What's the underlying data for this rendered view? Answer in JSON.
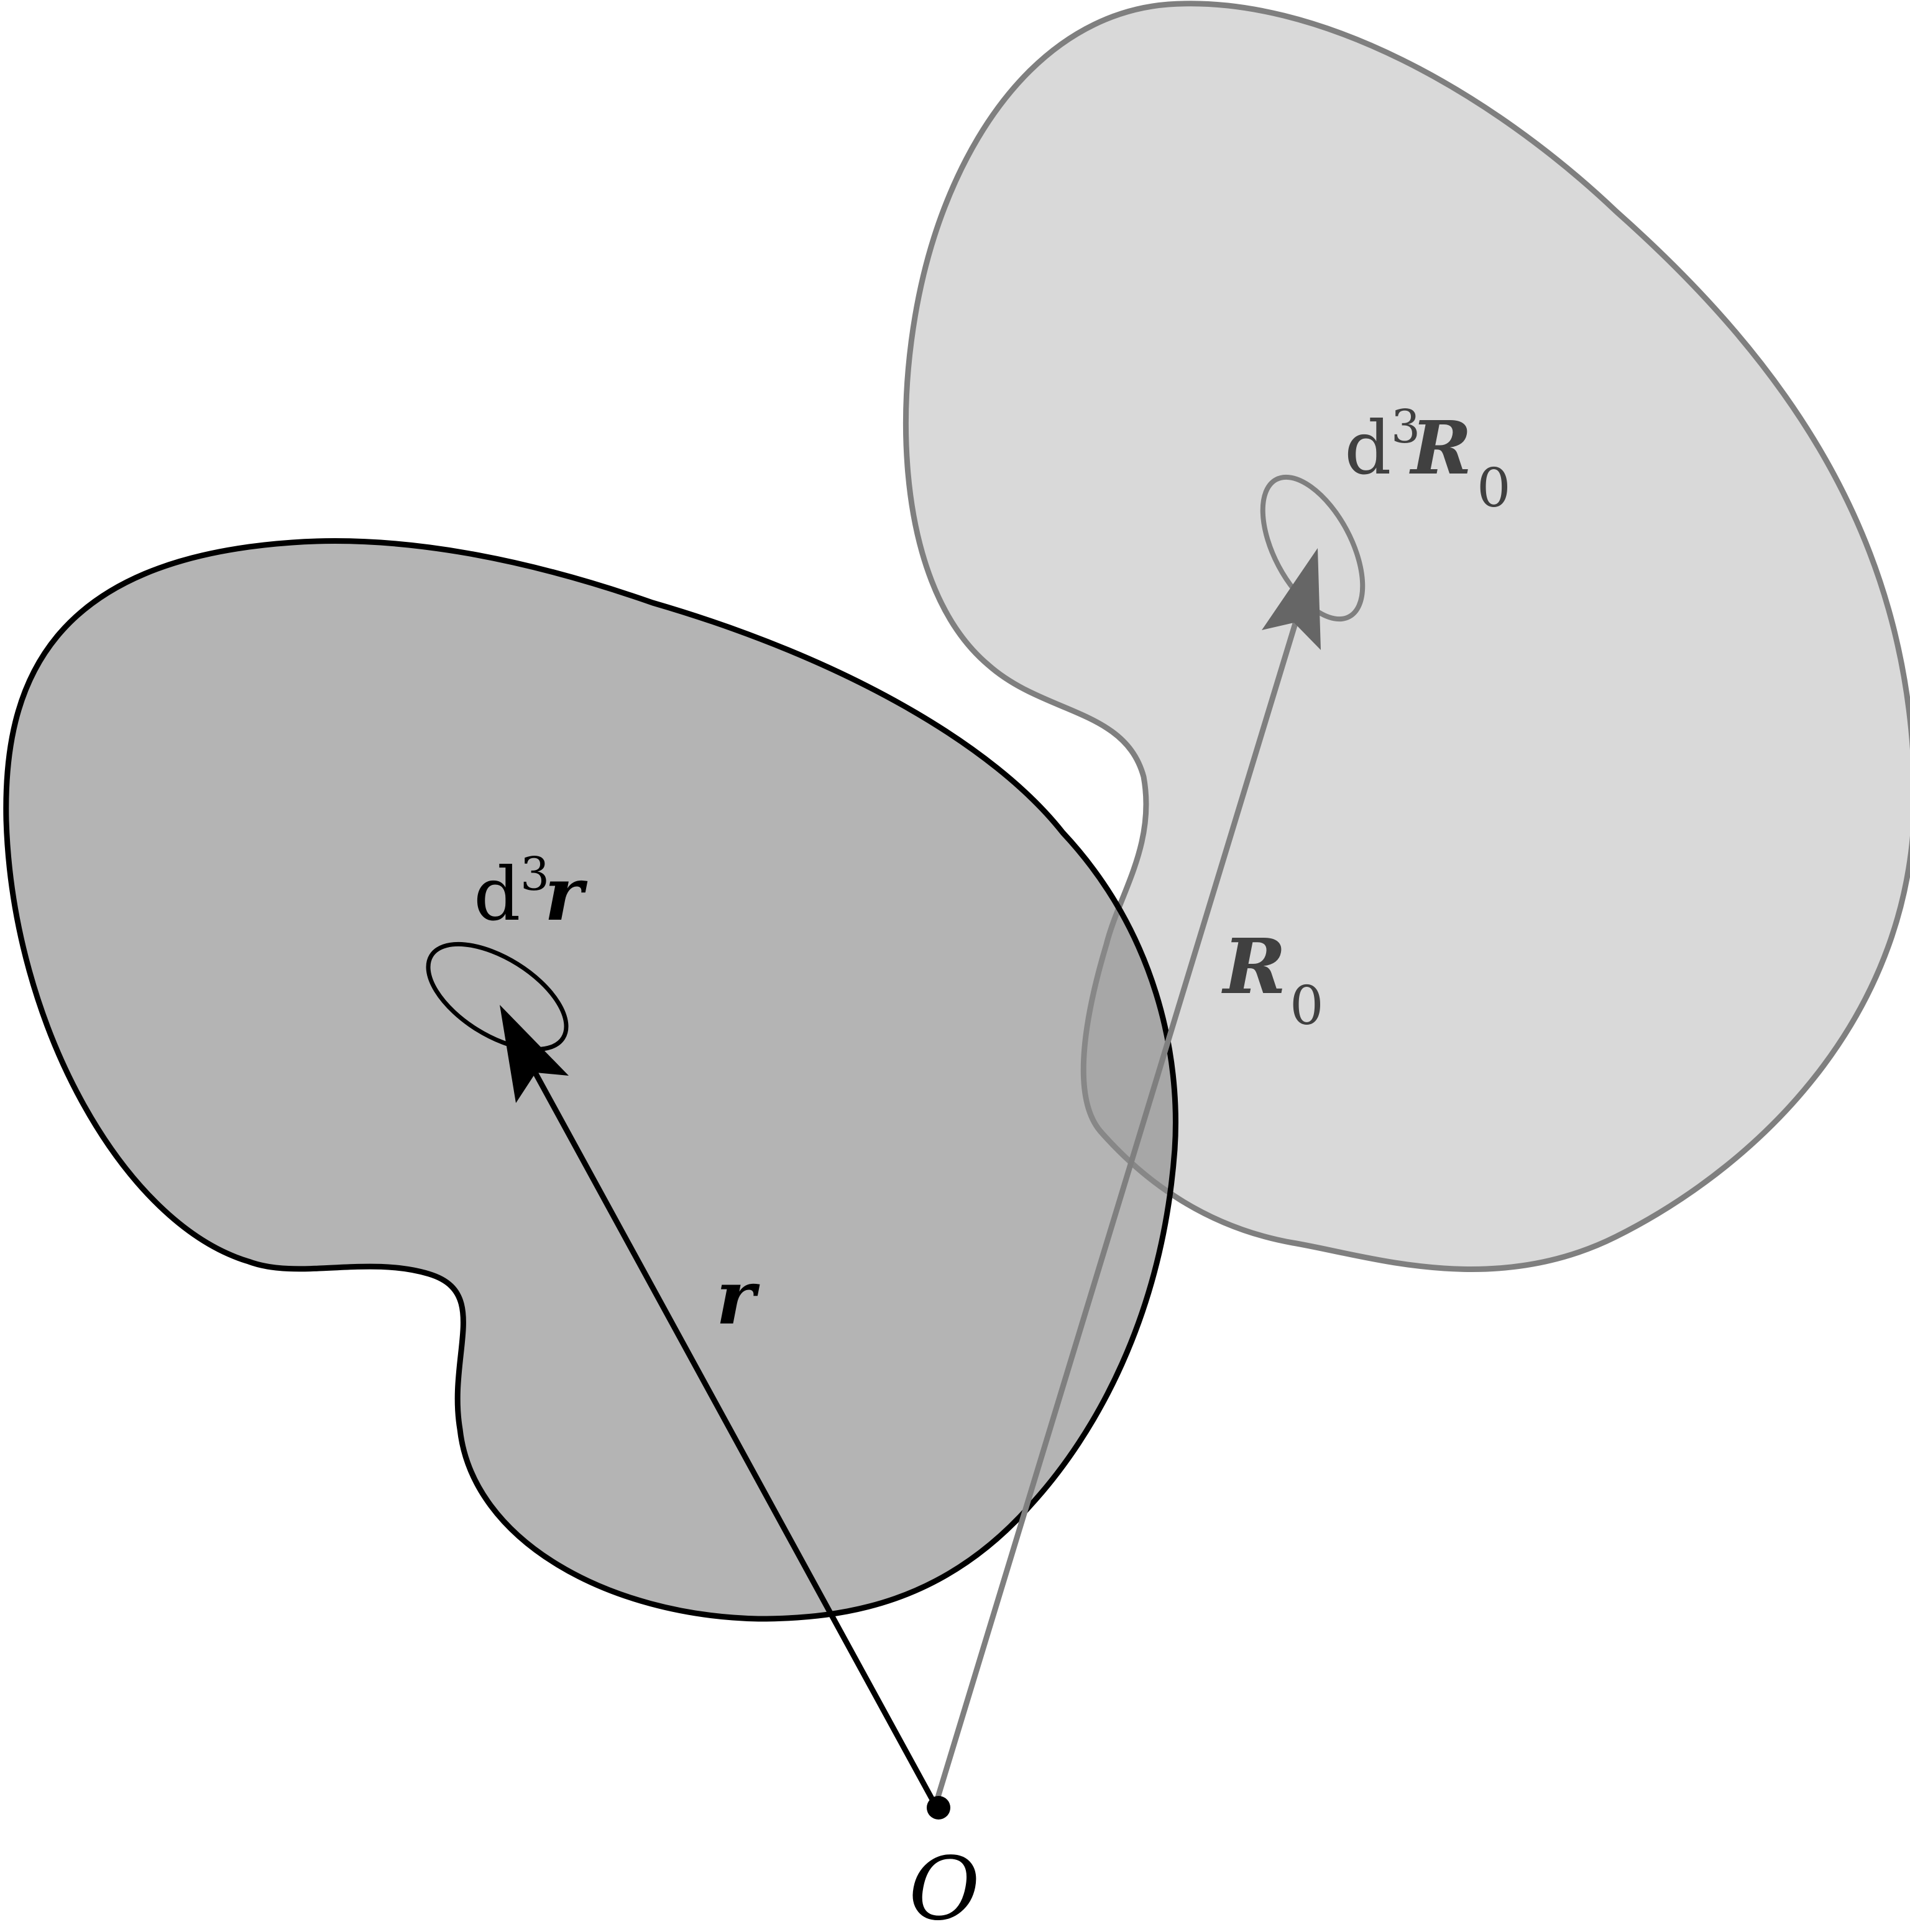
{
  "labels": {
    "d3r": {
      "d": "d",
      "sup": "3",
      "vec": "r"
    },
    "r": "r",
    "R0": {
      "vec": "R",
      "sub": "0"
    },
    "d3R0": {
      "d": "d",
      "sup": "3",
      "vec": "R",
      "sub": "0"
    },
    "origin": "O"
  },
  "colors": {
    "dark_region_fill": "#b2b2b2",
    "dark_region_stroke": "#000000",
    "light_region_fill": "#d9d9d9",
    "light_region_stroke": "#7f7f7f",
    "r_vector": "#000000",
    "R0_vector": "#7f7f7f",
    "R0_label": "#404040"
  }
}
